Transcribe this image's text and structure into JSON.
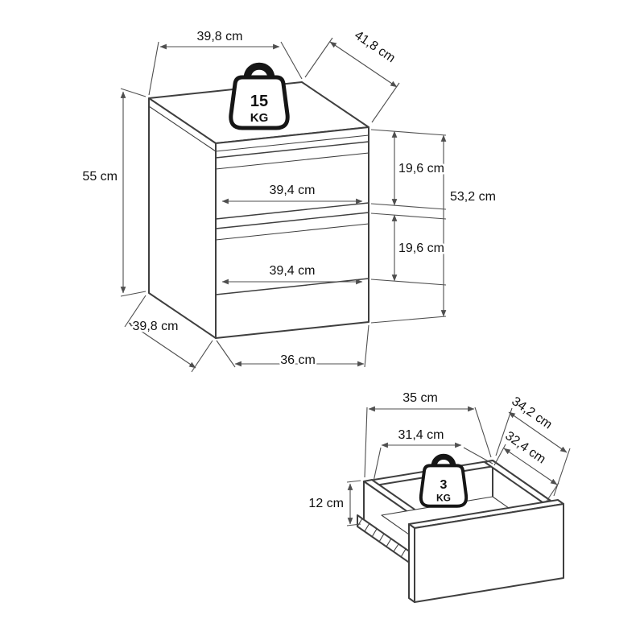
{
  "colors": {
    "line": "#3f3f3f",
    "dim": "#4f4f4f",
    "text": "#111111",
    "background": "#ffffff"
  },
  "cabinet": {
    "max_load": {
      "value": "15",
      "unit": "KG"
    },
    "dims": {
      "top_width": "39,8 cm",
      "top_depth": "41,8 cm",
      "height": "55 cm",
      "side_depth": "39,8 cm",
      "base_width": "36 cm",
      "drawer_front_width_upper": "39,4 cm",
      "drawer_front_width_lower": "39,4 cm",
      "drawer_height_upper": "19,6 cm",
      "drawer_height_lower": "19,6 cm",
      "front_height": "53,2 cm"
    }
  },
  "drawer": {
    "max_load": {
      "value": "3",
      "unit": "KG"
    },
    "dims": {
      "outer_width": "35 cm",
      "inner_width": "31,4 cm",
      "outer_depth": "34,2 cm",
      "inner_depth": "32,4 cm",
      "height": "12 cm"
    }
  }
}
